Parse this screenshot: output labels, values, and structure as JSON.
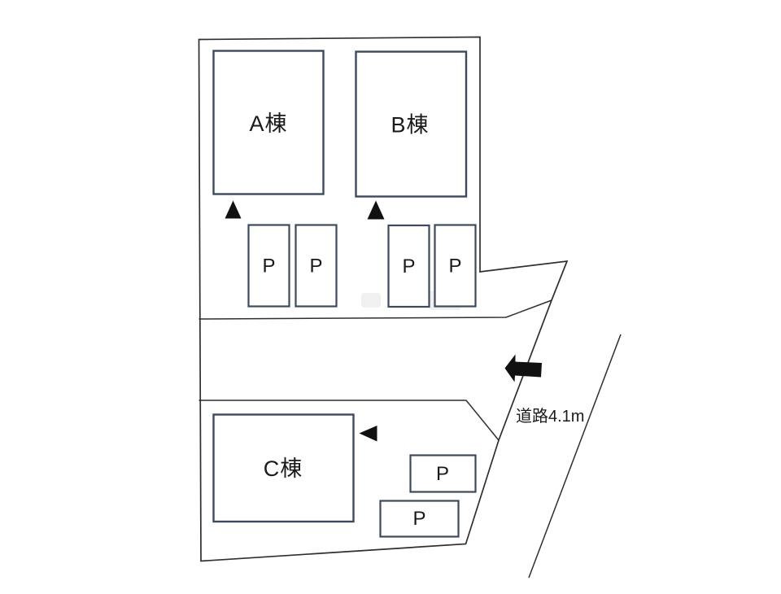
{
  "diagram": {
    "title": "site-plan",
    "buildings": [
      {
        "label": "A棟"
      },
      {
        "label": "B棟"
      },
      {
        "label": "C棟"
      }
    ],
    "parking_spaces": [
      "P",
      "P",
      "P",
      "P",
      "P",
      "P"
    ],
    "road_label": "道路4.1m",
    "colors": {
      "background": "#ffffff",
      "boundary_line": "#2f2f2f",
      "building_stroke": "#3d4a5c",
      "marker_black": "#111111",
      "text": "#1a1a1a"
    }
  }
}
